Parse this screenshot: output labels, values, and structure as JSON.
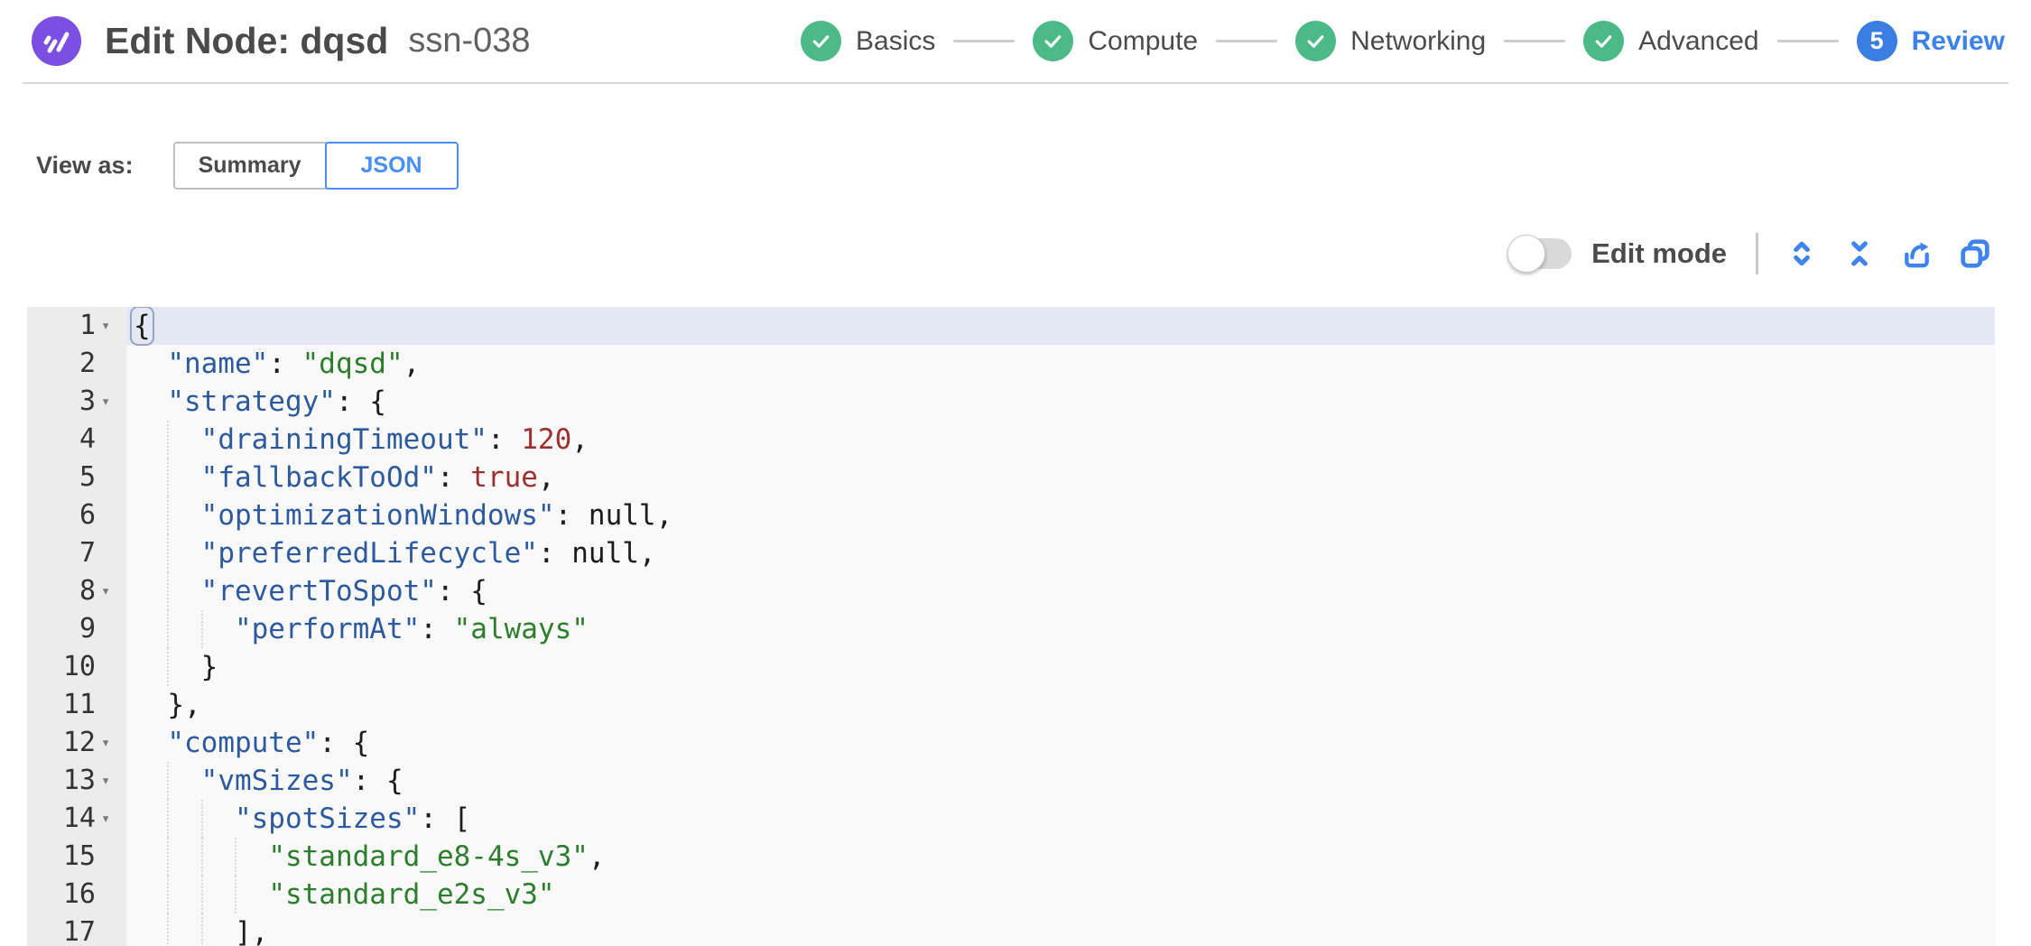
{
  "header": {
    "title": "Edit Node: dqsd",
    "node_id": "ssn-038",
    "steps": [
      {
        "label": "Basics",
        "state": "complete"
      },
      {
        "label": "Compute",
        "state": "complete"
      },
      {
        "label": "Networking",
        "state": "complete"
      },
      {
        "label": "Advanced",
        "state": "complete"
      },
      {
        "label": "Review",
        "state": "current",
        "number": "5"
      }
    ]
  },
  "view_as": {
    "label": "View as:",
    "options": [
      {
        "label": "Summary",
        "active": false
      },
      {
        "label": "JSON",
        "active": true
      }
    ]
  },
  "toolbar": {
    "edit_mode_label": "Edit mode",
    "edit_mode_on": false,
    "icons": [
      "expand-icon",
      "collapse-icon",
      "export-icon",
      "copy-icon"
    ]
  },
  "colors": {
    "brand_purple": "#7a4fe2",
    "step_complete_green": "#4cba87",
    "step_current_blue": "#3b7ee2",
    "accent_blue": "#4a8ff7",
    "icon_blue": "#3f83f1",
    "code_key": "#2d5a9e",
    "code_string": "#2c7e2c",
    "code_number": "#9c2f2f",
    "editor_bg": "#f9f9f9",
    "gutter_bg": "#ececec",
    "active_line_bg": "#e4e8f3"
  },
  "editor": {
    "active_line": 1,
    "lines": [
      {
        "n": 1,
        "fold": true,
        "active": true,
        "indent": 0,
        "tokens": [
          {
            "t": "p",
            "v": "{",
            "match": true
          }
        ]
      },
      {
        "n": 2,
        "fold": false,
        "indent": 2,
        "tokens": [
          {
            "t": "key",
            "v": "\"name\""
          },
          {
            "t": "p",
            "v": ": "
          },
          {
            "t": "str",
            "v": "\"dqsd\""
          },
          {
            "t": "p",
            "v": ","
          }
        ]
      },
      {
        "n": 3,
        "fold": true,
        "indent": 2,
        "tokens": [
          {
            "t": "key",
            "v": "\"strategy\""
          },
          {
            "t": "p",
            "v": ": {"
          }
        ]
      },
      {
        "n": 4,
        "fold": false,
        "indent": 4,
        "tokens": [
          {
            "t": "key",
            "v": "\"drainingTimeout\""
          },
          {
            "t": "p",
            "v": ": "
          },
          {
            "t": "num",
            "v": "120"
          },
          {
            "t": "p",
            "v": ","
          }
        ]
      },
      {
        "n": 5,
        "fold": false,
        "indent": 4,
        "tokens": [
          {
            "t": "key",
            "v": "\"fallbackToOd\""
          },
          {
            "t": "p",
            "v": ": "
          },
          {
            "t": "bool",
            "v": "true"
          },
          {
            "t": "p",
            "v": ","
          }
        ]
      },
      {
        "n": 6,
        "fold": false,
        "indent": 4,
        "tokens": [
          {
            "t": "key",
            "v": "\"optimizationWindows\""
          },
          {
            "t": "p",
            "v": ": "
          },
          {
            "t": "null",
            "v": "null"
          },
          {
            "t": "p",
            "v": ","
          }
        ]
      },
      {
        "n": 7,
        "fold": false,
        "indent": 4,
        "tokens": [
          {
            "t": "key",
            "v": "\"preferredLifecycle\""
          },
          {
            "t": "p",
            "v": ": "
          },
          {
            "t": "null",
            "v": "null"
          },
          {
            "t": "p",
            "v": ","
          }
        ]
      },
      {
        "n": 8,
        "fold": true,
        "indent": 4,
        "tokens": [
          {
            "t": "key",
            "v": "\"revertToSpot\""
          },
          {
            "t": "p",
            "v": ": {"
          }
        ]
      },
      {
        "n": 9,
        "fold": false,
        "indent": 6,
        "tokens": [
          {
            "t": "key",
            "v": "\"performAt\""
          },
          {
            "t": "p",
            "v": ": "
          },
          {
            "t": "str",
            "v": "\"always\""
          }
        ]
      },
      {
        "n": 10,
        "fold": false,
        "indent": 4,
        "tokens": [
          {
            "t": "p",
            "v": "}"
          }
        ]
      },
      {
        "n": 11,
        "fold": false,
        "indent": 2,
        "tokens": [
          {
            "t": "p",
            "v": "},"
          }
        ]
      },
      {
        "n": 12,
        "fold": true,
        "indent": 2,
        "tokens": [
          {
            "t": "key",
            "v": "\"compute\""
          },
          {
            "t": "p",
            "v": ": {"
          }
        ]
      },
      {
        "n": 13,
        "fold": true,
        "indent": 4,
        "tokens": [
          {
            "t": "key",
            "v": "\"vmSizes\""
          },
          {
            "t": "p",
            "v": ": {"
          }
        ]
      },
      {
        "n": 14,
        "fold": true,
        "indent": 6,
        "tokens": [
          {
            "t": "key",
            "v": "\"spotSizes\""
          },
          {
            "t": "p",
            "v": ": ["
          }
        ]
      },
      {
        "n": 15,
        "fold": false,
        "indent": 8,
        "tokens": [
          {
            "t": "str",
            "v": "\"standard_e8-4s_v3\""
          },
          {
            "t": "p",
            "v": ","
          }
        ]
      },
      {
        "n": 16,
        "fold": false,
        "indent": 8,
        "tokens": [
          {
            "t": "str",
            "v": "\"standard_e2s_v3\""
          }
        ]
      },
      {
        "n": 17,
        "fold": false,
        "indent": 6,
        "tokens": [
          {
            "t": "p",
            "v": "],"
          }
        ]
      }
    ]
  }
}
